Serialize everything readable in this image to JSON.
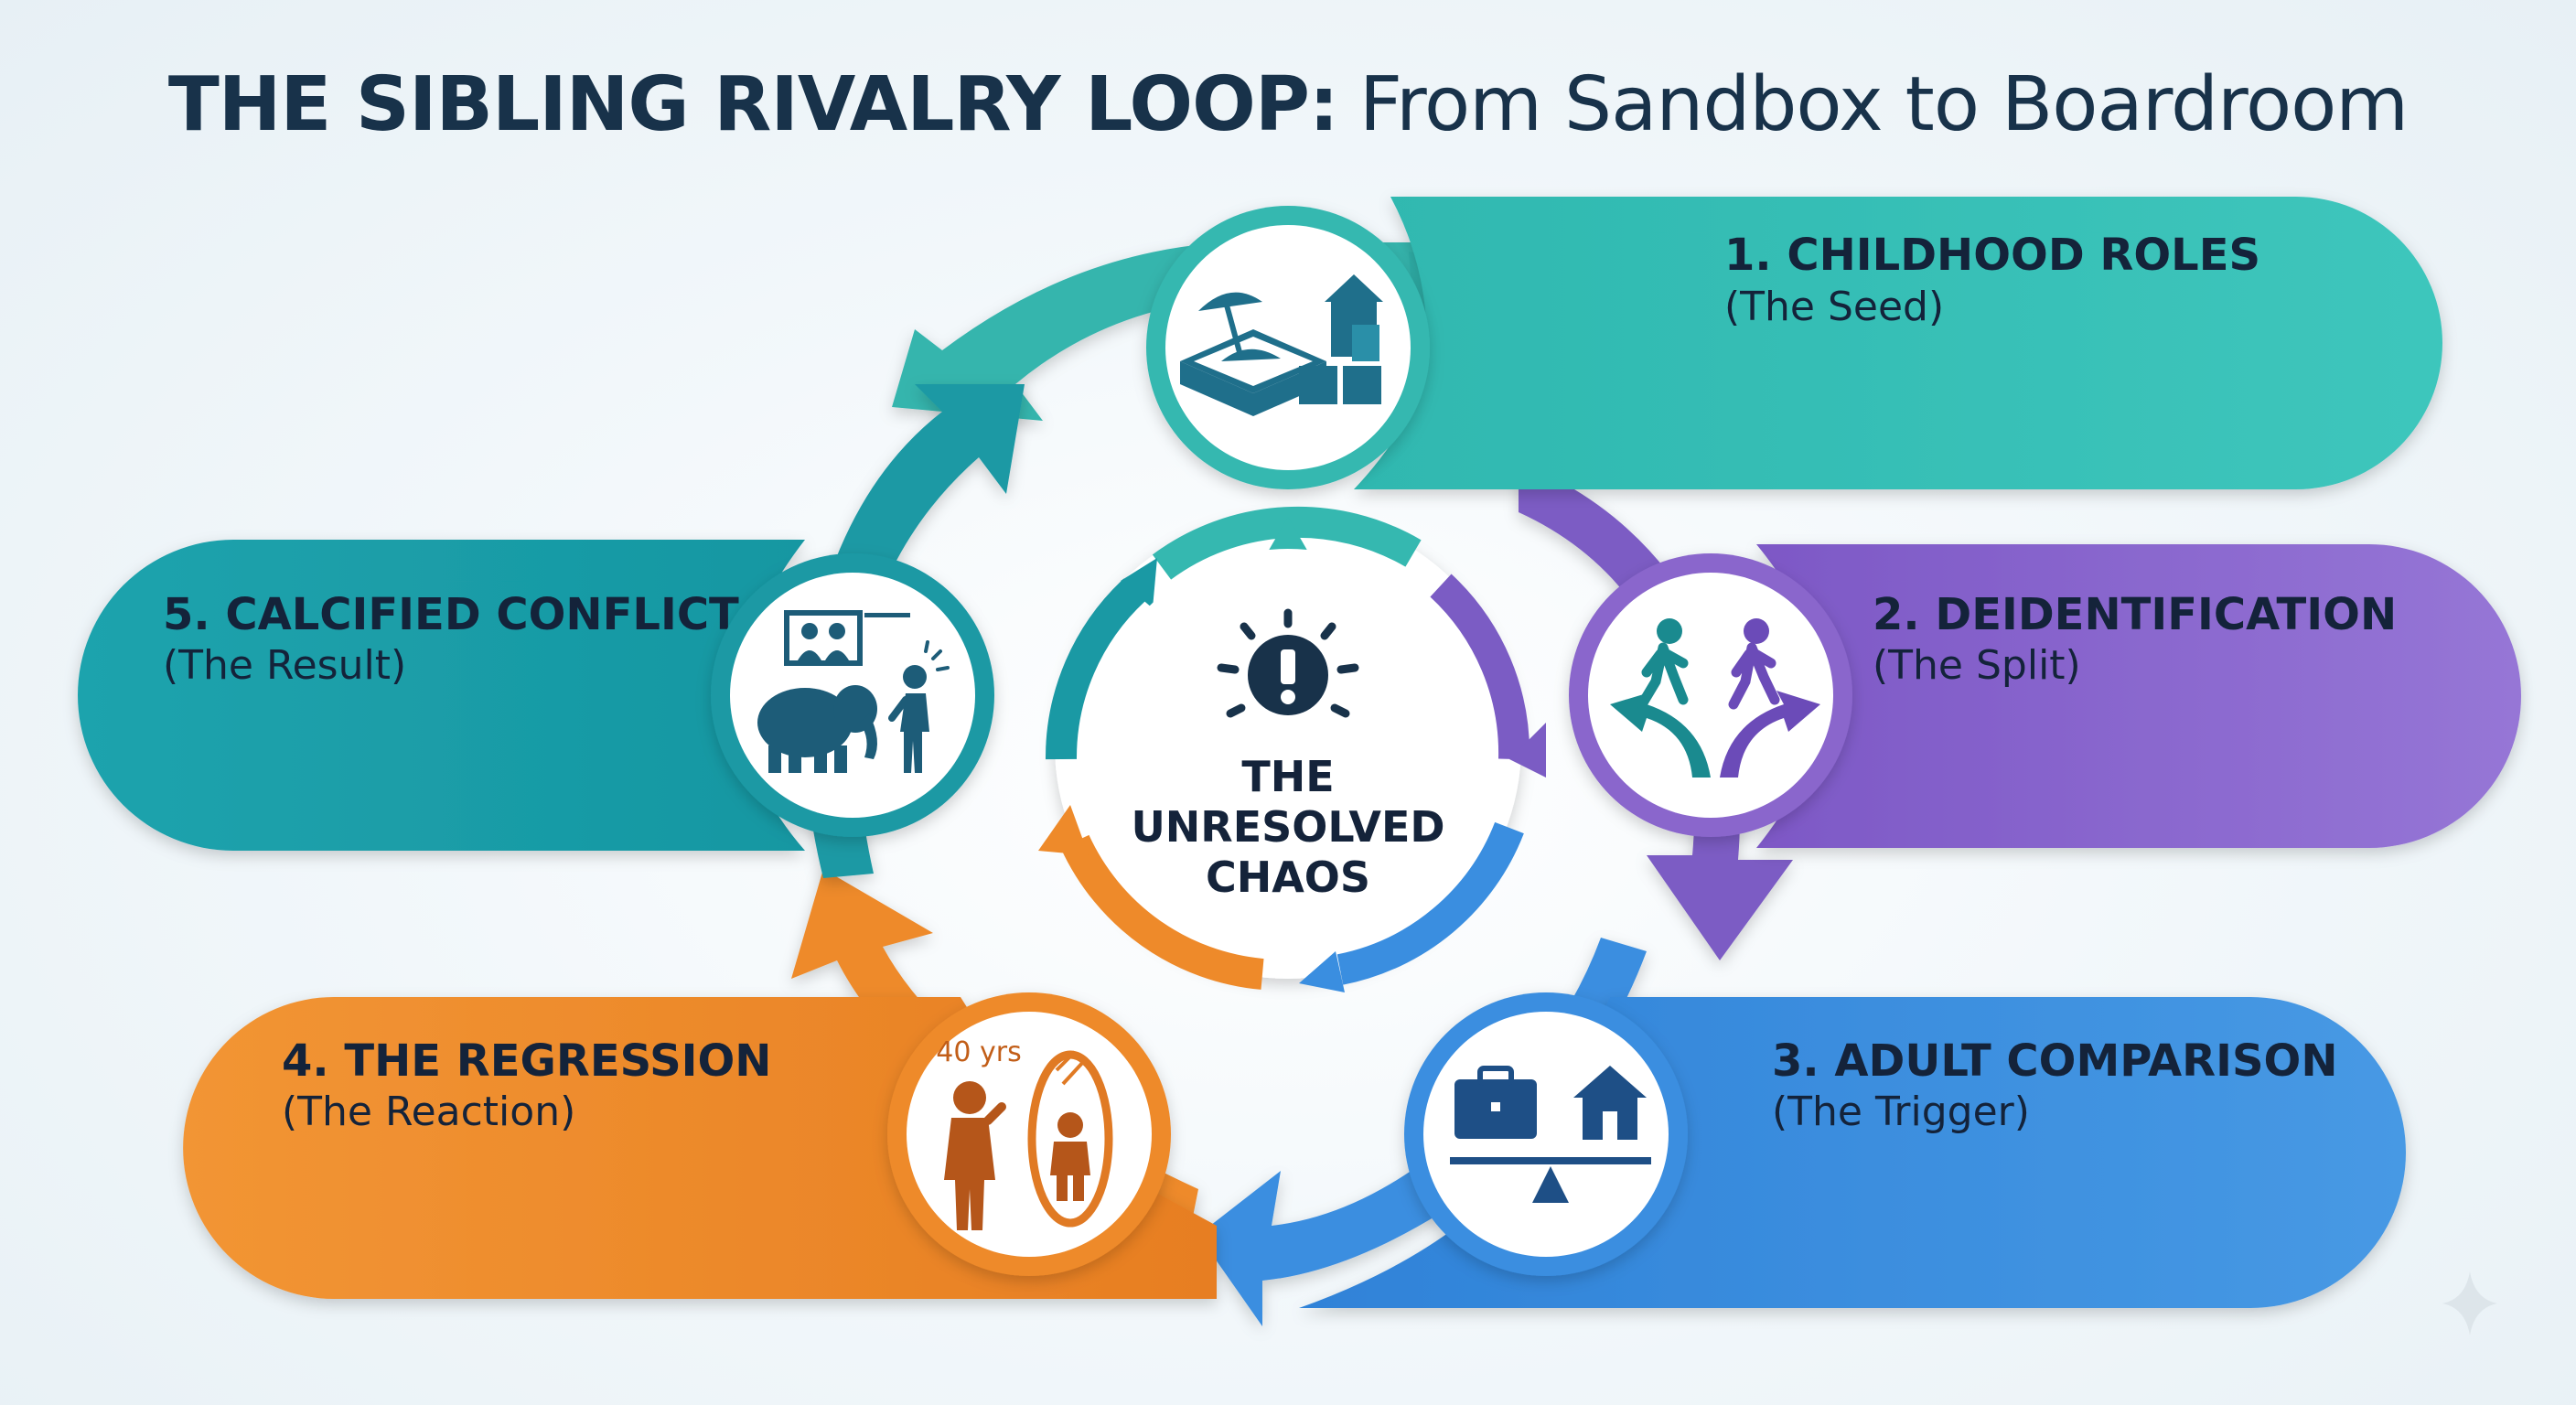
{
  "title": {
    "bold": "THE SIBLING RIVALRY LOOP:",
    "regular": "From Sandbox to Boardroom"
  },
  "center": {
    "lines": [
      "THE",
      "UNRESOLVED",
      "CHAOS"
    ],
    "icon": "exclamation-burst-icon"
  },
  "steps": [
    {
      "title": "1. CHILDHOOD ROLES",
      "subtitle": "(The Seed)",
      "color": "#36bcb3",
      "icon": "sandbox-blocks-icon"
    },
    {
      "title": "2. DEIDENTIFICATION",
      "subtitle": "(The Split)",
      "color": "#8a66cc",
      "icon": "diverging-paths-icon"
    },
    {
      "title": "3. ADULT COMPARISON",
      "subtitle": "(The Trigger)",
      "color": "#3d8fdf",
      "icon": "briefcase-house-scale-icon"
    },
    {
      "title": "4. THE REGRESSION",
      "subtitle": "(The Reaction)",
      "color": "#ef8c2c",
      "icon": "mirror-child-icon",
      "age_label": "40 yrs"
    },
    {
      "title": "5. CALCIFIED CONFLICT",
      "subtitle": "(The Result)",
      "color": "#1ea3ad",
      "icon": "elephant-in-room-icon"
    }
  ]
}
